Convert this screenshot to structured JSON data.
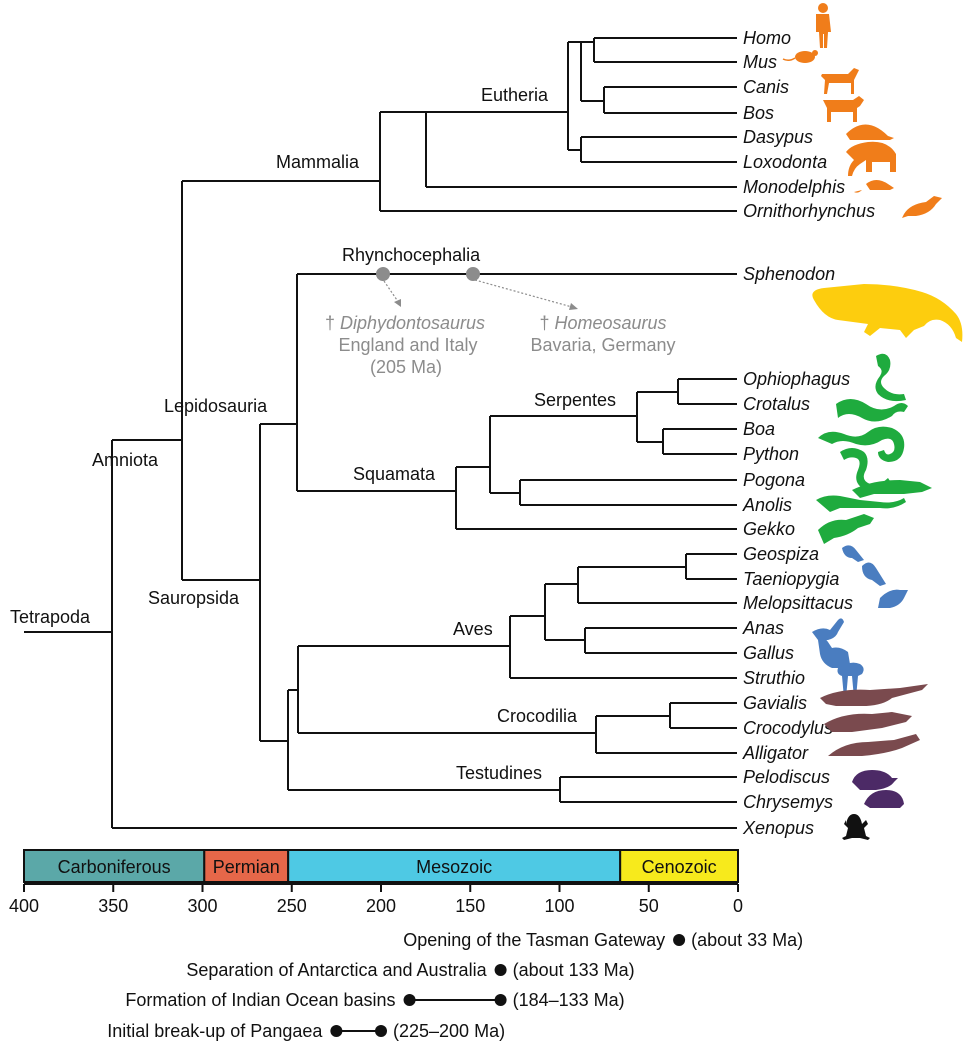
{
  "clades": {
    "tetrapoda": "Tetrapoda",
    "amniota": "Amniota",
    "sauropsida": "Sauropsida",
    "lepidosauria": "Lepidosauria",
    "mammalia": "Mammalia",
    "eutheria": "Eutheria",
    "rhynchocephalia": "Rhynchocephalia",
    "squamata": "Squamata",
    "serpentes": "Serpentes",
    "aves": "Aves",
    "crocodilia": "Crocodilia",
    "testudines": "Testudines"
  },
  "taxa": [
    {
      "id": "homo",
      "label": "Homo",
      "group": "mammal"
    },
    {
      "id": "mus",
      "label": "Mus",
      "group": "mammal"
    },
    {
      "id": "canis",
      "label": "Canis",
      "group": "mammal"
    },
    {
      "id": "bos",
      "label": "Bos",
      "group": "mammal"
    },
    {
      "id": "dasypus",
      "label": "Dasypus",
      "group": "mammal"
    },
    {
      "id": "loxodonta",
      "label": "Loxodonta",
      "group": "mammal"
    },
    {
      "id": "monodelphis",
      "label": "Monodelphis",
      "group": "mammal"
    },
    {
      "id": "ornithorhynchus",
      "label": "Ornithorhynchus",
      "group": "mammal"
    },
    {
      "id": "sphenodon",
      "label": "Sphenodon",
      "group": "tuatara"
    },
    {
      "id": "ophiophagus",
      "label": "Ophiophagus",
      "group": "squamate"
    },
    {
      "id": "crotalus",
      "label": "Crotalus",
      "group": "squamate"
    },
    {
      "id": "boa",
      "label": "Boa",
      "group": "squamate"
    },
    {
      "id": "python",
      "label": "Python",
      "group": "squamate"
    },
    {
      "id": "pogona",
      "label": "Pogona",
      "group": "squamate"
    },
    {
      "id": "anolis",
      "label": "Anolis",
      "group": "squamate"
    },
    {
      "id": "gekko",
      "label": "Gekko",
      "group": "squamate"
    },
    {
      "id": "geospiza",
      "label": "Geospiza",
      "group": "bird"
    },
    {
      "id": "taeniopygia",
      "label": "Taeniopygia",
      "group": "bird"
    },
    {
      "id": "melopsittacus",
      "label": "Melopsittacus",
      "group": "bird"
    },
    {
      "id": "anas",
      "label": "Anas",
      "group": "bird"
    },
    {
      "id": "gallus",
      "label": "Gallus",
      "group": "bird"
    },
    {
      "id": "struthio",
      "label": "Struthio",
      "group": "bird"
    },
    {
      "id": "gavialis",
      "label": "Gavialis",
      "group": "croc"
    },
    {
      "id": "crocodylus",
      "label": "Crocodylus",
      "group": "croc"
    },
    {
      "id": "alligator",
      "label": "Alligator",
      "group": "croc"
    },
    {
      "id": "pelodiscus",
      "label": "Pelodiscus",
      "group": "turtle"
    },
    {
      "id": "chrysemys",
      "label": "Chrysemys",
      "group": "turtle"
    },
    {
      "id": "xenopus",
      "label": "Xenopus",
      "group": "frog"
    }
  ],
  "fossils": [
    {
      "dagger": "†",
      "name": "Diphydontosaurus",
      "location": "England and Italy",
      "age": "(205 Ma)"
    },
    {
      "dagger": "†",
      "name": "Homeosaurus",
      "location": "Bavaria, Germany"
    }
  ],
  "periods": [
    {
      "label": "Carboniferous",
      "color": "#5ba8a8"
    },
    {
      "label": "Permian",
      "color": "#e66749"
    },
    {
      "label": "Mesozoic",
      "color": "#4ec9e4"
    },
    {
      "label": "Cenozoic",
      "color": "#f7ea1c"
    }
  ],
  "axis_ticks": [
    "400",
    "350",
    "300",
    "250",
    "200",
    "150",
    "100",
    "50",
    "0"
  ],
  "events": [
    {
      "label": "Opening of the Tasman Gateway",
      "range": "(about 33 Ma)"
    },
    {
      "label": "Separation of Antarctica and Australia",
      "range": "(about 133 Ma)"
    },
    {
      "label": "Formation of Indian Ocean basins",
      "range": "(184–133 Ma)"
    },
    {
      "label": "Initial break-up of Pangaea",
      "range": "(225–200 Ma)"
    }
  ],
  "silhouette_colors": {
    "mammal": "#f07d1a",
    "tuatara": "#fdcd0e",
    "squamate": "#1fab3e",
    "bird": "#4a7dc0",
    "croc": "#7a4a4e",
    "turtle": "#4c2a66",
    "frog": "#111111"
  }
}
